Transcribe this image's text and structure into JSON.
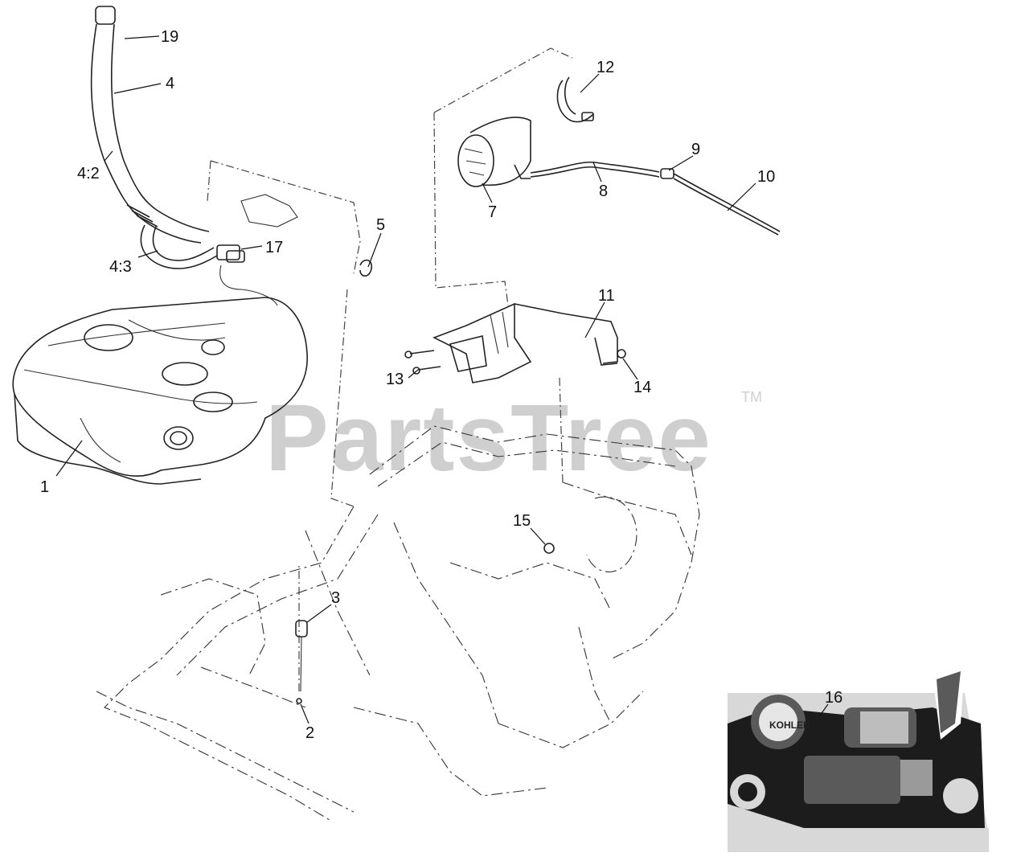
{
  "watermark": {
    "text": "PartsTree",
    "trademark": "TM"
  },
  "photo_inset": {
    "engine_brand_text": "KOHLER"
  },
  "callouts": [
    {
      "id": "c19",
      "label": "19"
    },
    {
      "id": "c4",
      "label": "4"
    },
    {
      "id": "c4-2",
      "label": "4:2"
    },
    {
      "id": "c4-3",
      "label": "4:3"
    },
    {
      "id": "c17",
      "label": "17"
    },
    {
      "id": "c1",
      "label": "1"
    },
    {
      "id": "c5",
      "label": "5"
    },
    {
      "id": "c12",
      "label": "12"
    },
    {
      "id": "c9",
      "label": "9"
    },
    {
      "id": "c10",
      "label": "10"
    },
    {
      "id": "c8",
      "label": "8"
    },
    {
      "id": "c7",
      "label": "7"
    },
    {
      "id": "c11",
      "label": "11"
    },
    {
      "id": "c13",
      "label": "13"
    },
    {
      "id": "c14",
      "label": "14"
    },
    {
      "id": "c15",
      "label": "15"
    },
    {
      "id": "c3",
      "label": "3"
    },
    {
      "id": "c2",
      "label": "2"
    },
    {
      "id": "c16",
      "label": "16"
    }
  ]
}
